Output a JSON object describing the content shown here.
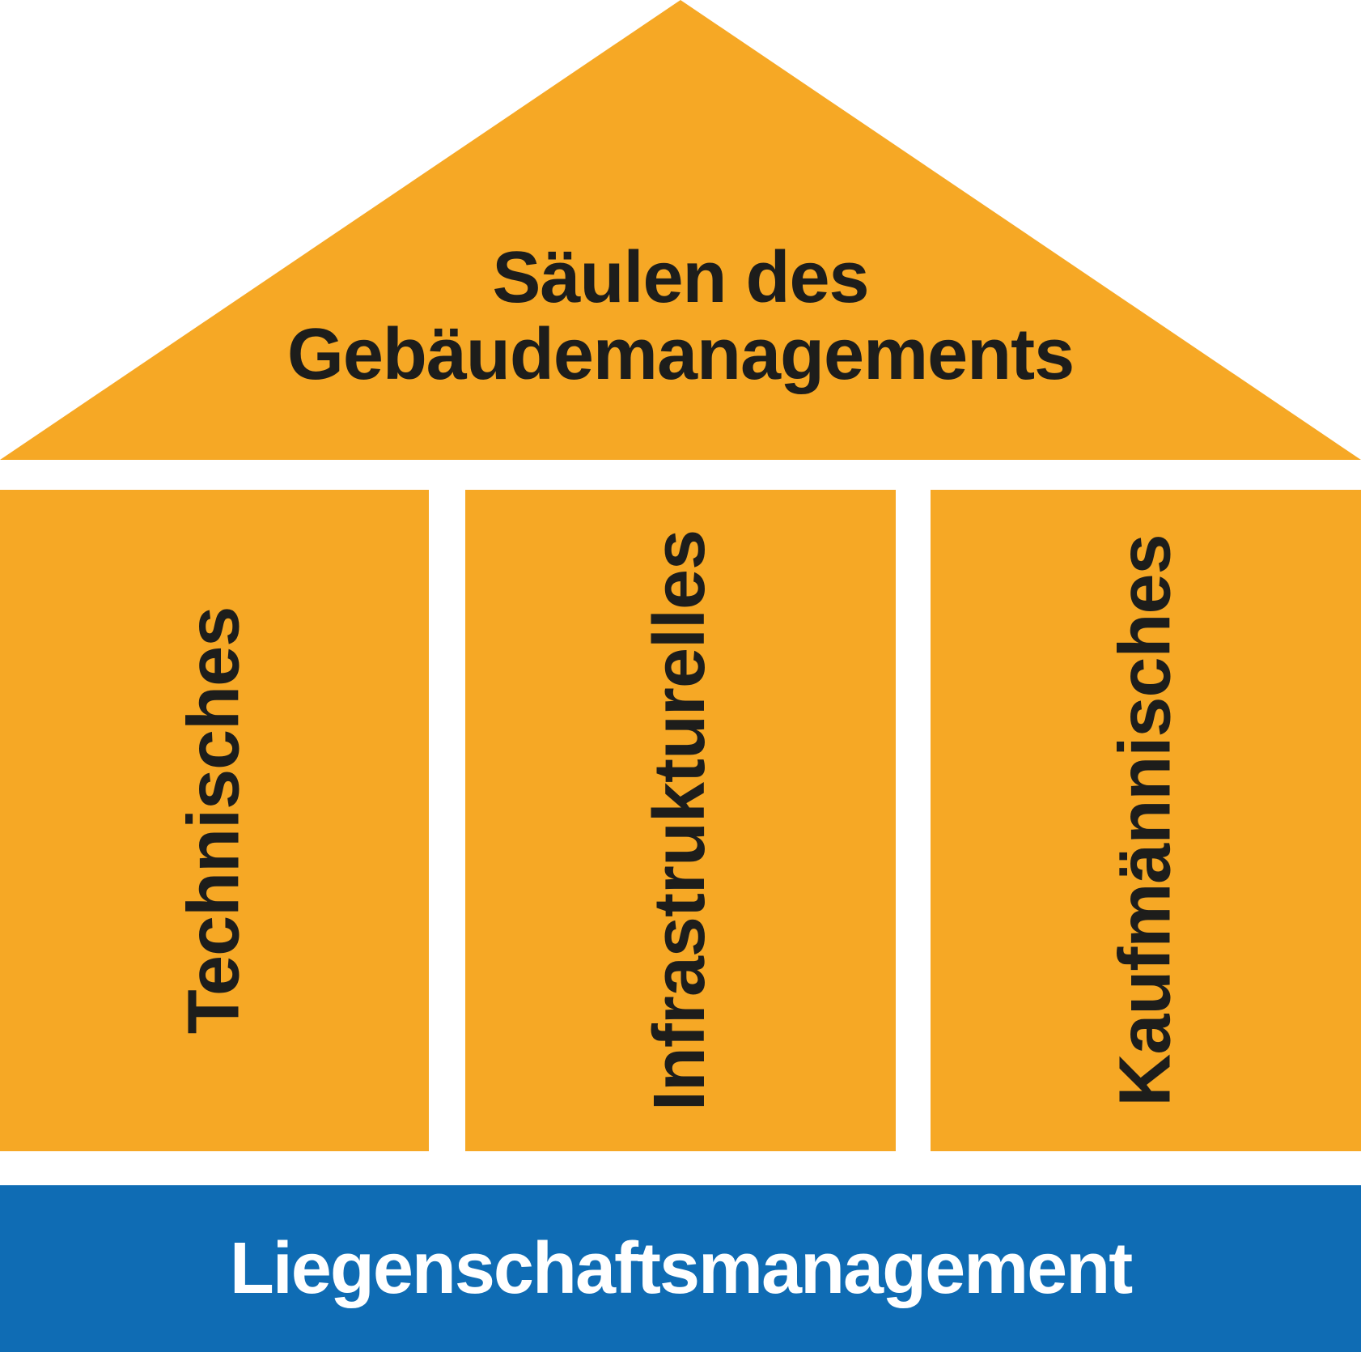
{
  "diagram": {
    "roof": {
      "title_line1": "Säulen des",
      "title_line2": "Gebäudemanagements"
    },
    "pillars": [
      {
        "label": "Technisches"
      },
      {
        "label": "Infrastrukturelles"
      },
      {
        "label": "Kaufmännisches"
      }
    ],
    "base": {
      "label": "Liegenschaftsmanagement"
    },
    "colors": {
      "pillar_orange": "#F6A825",
      "base_blue": "#0F6CB4",
      "text_dark": "#1D1D1B",
      "text_light": "#FFFFFF"
    }
  }
}
